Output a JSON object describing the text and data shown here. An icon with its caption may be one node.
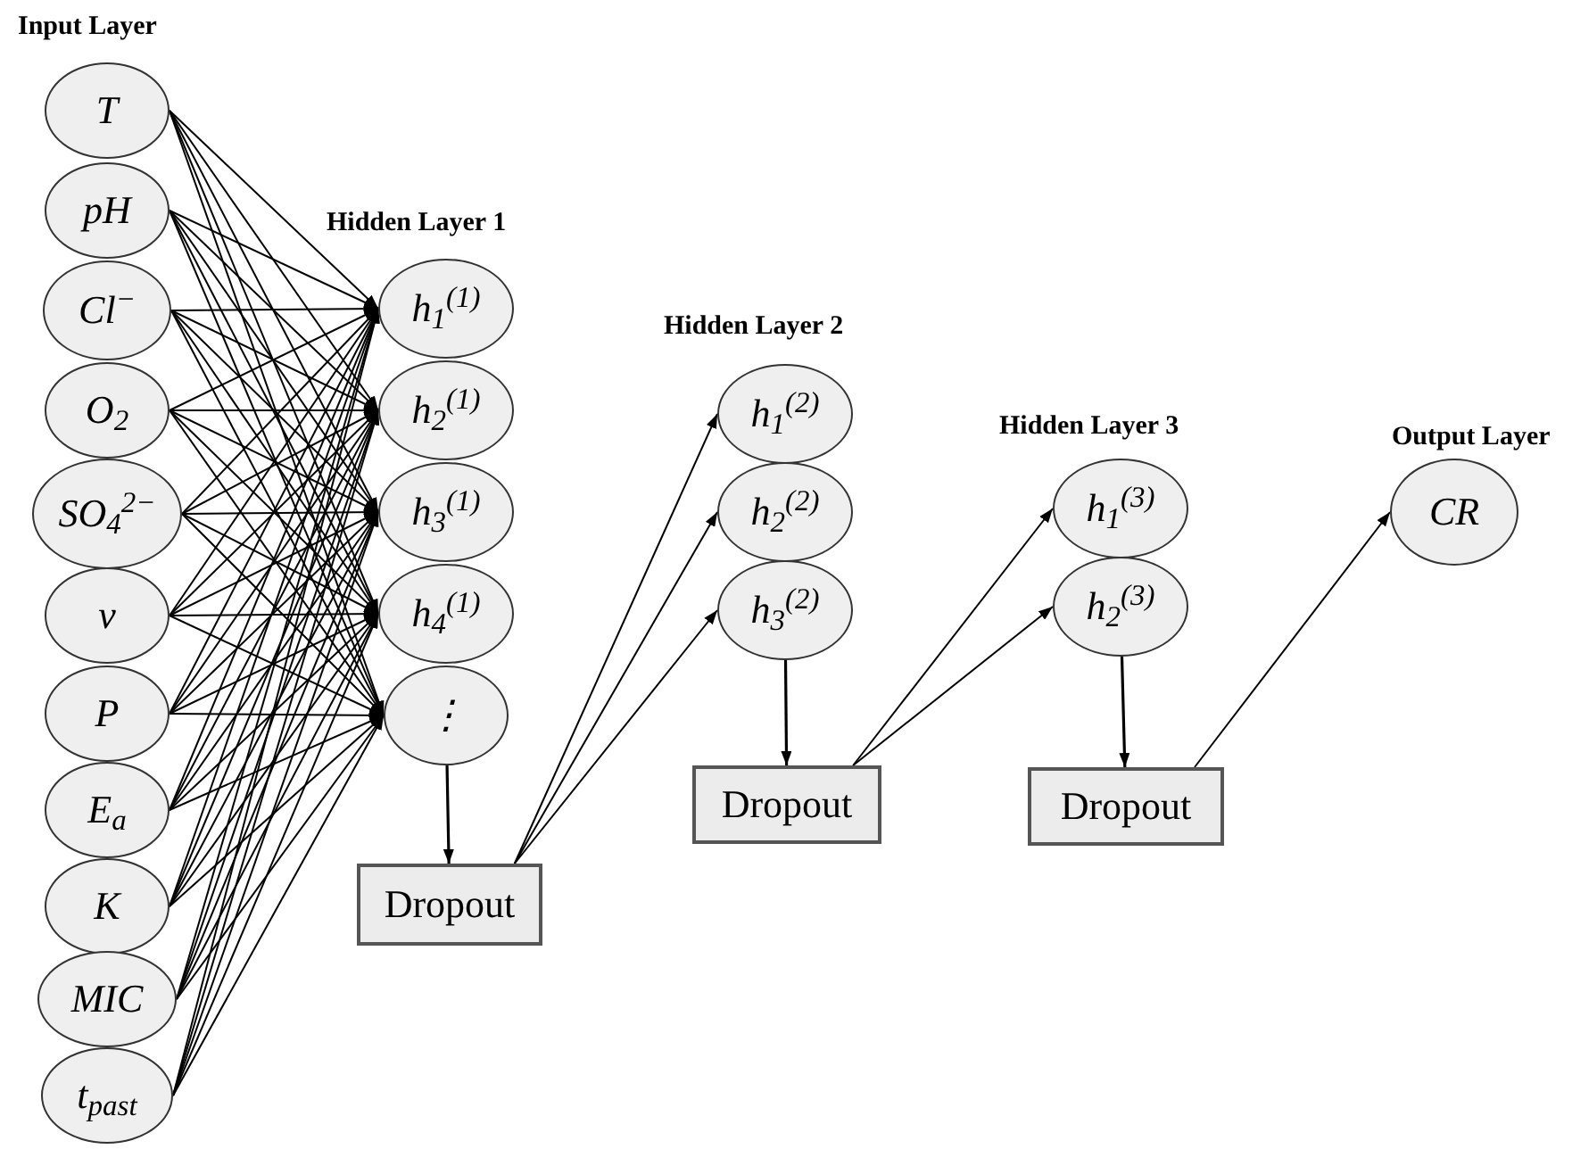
{
  "diagram": {
    "nodes": [
      {
        "text": [
          "T"
        ]
      },
      {
        "text": [
          "pH"
        ]
      },
      {
        "text": [
          "Cl$^{−}$"
        ]
      },
      {
        "text": [
          "O$_{2}$"
        ]
      },
      {
        "text": [
          "SO$_{4}$$^{2−}$"
        ]
      },
      {
        "text": [
          "v"
        ]
      },
      {
        "text": [
          "P"
        ]
      },
      {
        "text": [
          "E$_{a}$"
        ]
      },
      {
        "text": [
          "K"
        ]
      },
      {
        "text": [
          "MIC"
        ]
      },
      {
        "text": [
          "t$_{past}$"
        ]
      },
      {
        "text": [
          "h$_{1}$$^{(1)}$"
        ]
      },
      {
        "text": [
          "h$_{2}$$^{(1)}$"
        ]
      },
      {
        "text": [
          "h$_{3}$$^{(1)}$"
        ]
      },
      {
        "text": [
          "h$_{4}$$^{(1)}$"
        ]
      },
      {
        "text": [
          "⋮"
        ]
      },
      {
        "text": [
          "Dropout"
        ]
      },
      {
        "text": [
          "h$_{1}$$^{(2)}$"
        ]
      },
      {
        "text": [
          "h$_{2}$$^{(2)}$"
        ]
      },
      {
        "text": [
          "h$_{3}$$^{(2)}$"
        ]
      },
      {
        "text": [
          "Dropout"
        ]
      },
      {
        "text": [
          "h$_{1}$$^{(3)}$"
        ]
      },
      {
        "text": [
          "h$_{2}$$^{(3)}$"
        ]
      },
      {
        "text": [
          "Dropout"
        ]
      },
      {
        "text": [
          "CR"
        ]
      }
    ],
    "edges": [
      {
        "from": 0,
        "to": 11,
        "arrow": "to"
      },
      {
        "from": 0,
        "to": 12,
        "arrow": "to"
      },
      {
        "from": 0,
        "to": 13,
        "arrow": "to"
      },
      {
        "from": 0,
        "to": 14,
        "arrow": "to"
      },
      {
        "from": 0,
        "to": 15,
        "arrow": "to"
      },
      {
        "from": 1,
        "to": 11,
        "arrow": "to"
      },
      {
        "from": 1,
        "to": 12,
        "arrow": "to"
      },
      {
        "from": 1,
        "to": 13,
        "arrow": "to"
      },
      {
        "from": 1,
        "to": 14,
        "arrow": "to"
      },
      {
        "from": 1,
        "to": 15,
        "arrow": "to"
      },
      {
        "from": 2,
        "to": 11,
        "arrow": "to"
      },
      {
        "from": 2,
        "to": 12,
        "arrow": "to"
      },
      {
        "from": 2,
        "to": 13,
        "arrow": "to"
      },
      {
        "from": 2,
        "to": 14,
        "arrow": "to"
      },
      {
        "from": 2,
        "to": 15,
        "arrow": "to"
      },
      {
        "from": 3,
        "to": 11,
        "arrow": "to"
      },
      {
        "from": 3,
        "to": 12,
        "arrow": "to"
      },
      {
        "from": 3,
        "to": 13,
        "arrow": "to"
      },
      {
        "from": 3,
        "to": 14,
        "arrow": "to"
      },
      {
        "from": 3,
        "to": 15,
        "arrow": "to"
      },
      {
        "from": 4,
        "to": 11,
        "arrow": "to"
      },
      {
        "from": 4,
        "to": 12,
        "arrow": "to"
      },
      {
        "from": 4,
        "to": 13,
        "arrow": "to"
      },
      {
        "from": 4,
        "to": 14,
        "arrow": "to"
      },
      {
        "from": 4,
        "to": 15,
        "arrow": "to"
      },
      {
        "from": 5,
        "to": 11,
        "arrow": "to"
      },
      {
        "from": 5,
        "to": 12,
        "arrow": "to"
      },
      {
        "from": 5,
        "to": 13,
        "arrow": "to"
      },
      {
        "from": 5,
        "to": 14,
        "arrow": "to"
      },
      {
        "from": 5,
        "to": 15,
        "arrow": "to"
      },
      {
        "from": 6,
        "to": 11,
        "arrow": "to"
      },
      {
        "from": 6,
        "to": 12,
        "arrow": "to"
      },
      {
        "from": 6,
        "to": 13,
        "arrow": "to"
      },
      {
        "from": 6,
        "to": 14,
        "arrow": "to"
      },
      {
        "from": 6,
        "to": 15,
        "arrow": "to"
      },
      {
        "from": 7,
        "to": 11,
        "arrow": "to"
      },
      {
        "from": 7,
        "to": 12,
        "arrow": "to"
      },
      {
        "from": 7,
        "to": 13,
        "arrow": "to"
      },
      {
        "from": 7,
        "to": 14,
        "arrow": "to"
      },
      {
        "from": 7,
        "to": 15,
        "arrow": "to"
      },
      {
        "from": 8,
        "to": 11,
        "arrow": "to"
      },
      {
        "from": 8,
        "to": 12,
        "arrow": "to"
      },
      {
        "from": 8,
        "to": 13,
        "arrow": "to"
      },
      {
        "from": 8,
        "to": 14,
        "arrow": "to"
      },
      {
        "from": 8,
        "to": 15,
        "arrow": "to"
      },
      {
        "from": 9,
        "to": 11,
        "arrow": "to"
      },
      {
        "from": 9,
        "to": 12,
        "arrow": "to"
      },
      {
        "from": 9,
        "to": 13,
        "arrow": "to"
      },
      {
        "from": 9,
        "to": 14,
        "arrow": "to"
      },
      {
        "from": 9,
        "to": 15,
        "arrow": "to"
      },
      {
        "from": 10,
        "to": 11,
        "arrow": "to"
      },
      {
        "from": 10,
        "to": 12,
        "arrow": "to"
      },
      {
        "from": 10,
        "to": 13,
        "arrow": "to"
      },
      {
        "from": 10,
        "to": 14,
        "arrow": "to"
      },
      {
        "from": 10,
        "to": 15,
        "arrow": "to"
      },
      {
        "from": 15,
        "to": 16,
        "arrow": "to"
      },
      {
        "from": 16,
        "to": 17,
        "arrow": "to"
      },
      {
        "from": 16,
        "to": 18,
        "arrow": "to"
      },
      {
        "from": 16,
        "to": 19,
        "arrow": "to"
      },
      {
        "from": 19,
        "to": 20,
        "arrow": "to"
      },
      {
        "from": 20,
        "to": 21,
        "arrow": "to"
      },
      {
        "from": 20,
        "to": 22,
        "arrow": "to"
      },
      {
        "from": 22,
        "to": 23,
        "arrow": "to"
      },
      {
        "from": 23,
        "to": 24,
        "arrow": "to"
      }
    ],
    "labels": [
      "Input Layer",
      "Hidden Layer 1",
      "Hidden Layer 2",
      "Hidden Layer 3",
      "Output Layer"
    ]
  }
}
